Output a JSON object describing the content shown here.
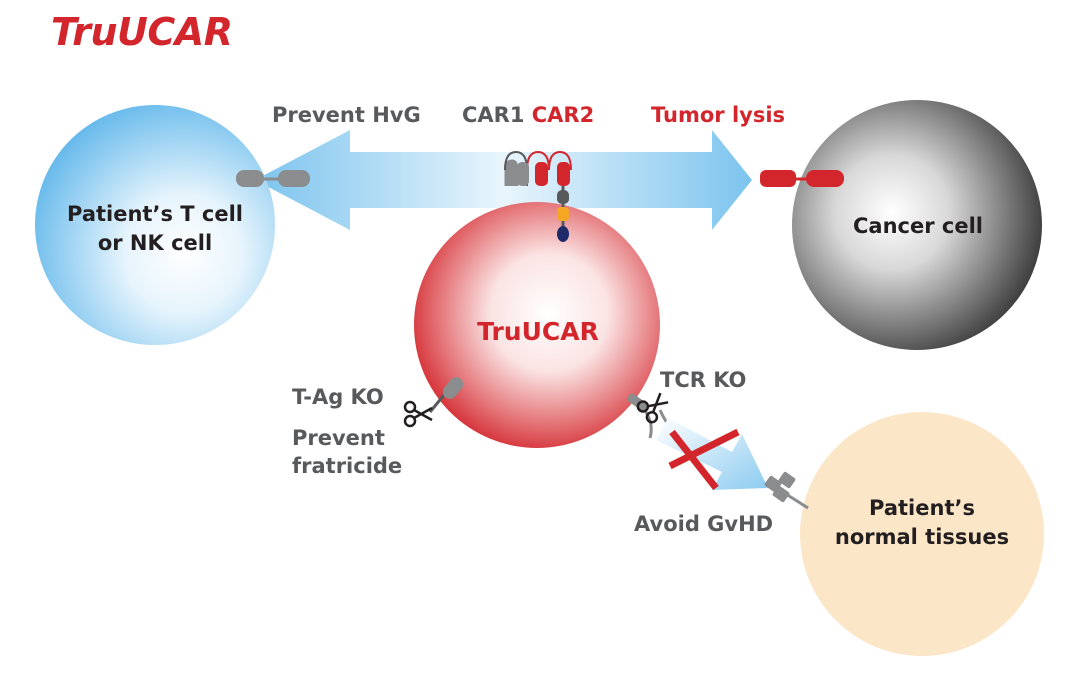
{
  "title": "TruUCAR",
  "labels": {
    "prevent_hvg": "Prevent HvG",
    "car1": "CAR1",
    "car2": "CAR2",
    "tumor_lysis": "Tumor lysis",
    "t_cell_line1": "Patient’s T cell",
    "t_cell_line2": "or NK cell",
    "cancer_cell": "Cancer cell",
    "truucar_cell": "TruUCAR",
    "tag_ko": "T-Ag KO",
    "prevent_fratricide": "Prevent fratricide",
    "tcr_ko": "TCR KO",
    "avoid_gvhd": "Avoid GvHD",
    "normal_line1": "Patient’s",
    "normal_line2": "normal tissues"
  },
  "colors": {
    "brand_red": "#d3262c",
    "text_gray": "#58595b",
    "text_dark": "#231f20",
    "t_cell_blue": "#7cc4ee",
    "arrow_blue": "#8ccbf0",
    "cancer_gray": "#4d4d4f",
    "tissue_peach": "#fbe6c8",
    "antigen_gray": "#8a8c8e",
    "hinge_orange": "#f5a623",
    "anchor_navy": "#1f2a6b"
  },
  "icons": [
    "scissors-icon",
    "cross-icon",
    "antigen-icon",
    "tcr-icon",
    "car-receptor-icon"
  ]
}
